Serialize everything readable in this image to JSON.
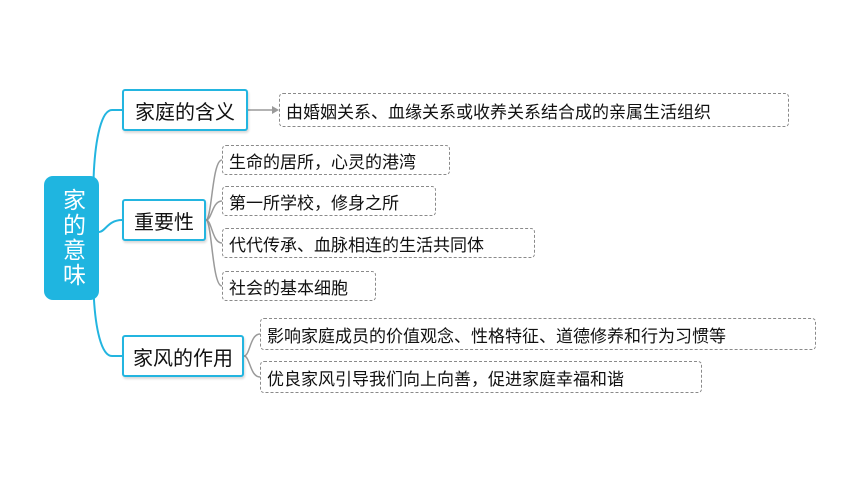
{
  "root": {
    "label": "家的意味"
  },
  "branches": [
    {
      "label": "家庭的含义",
      "leaves": [
        "由婚姻关系、血缘关系或收养关系结合成的亲属生活组织"
      ]
    },
    {
      "label": "重要性",
      "leaves": [
        "生命的居所，心灵的港湾",
        "第一所学校，修身之所",
        "代代传承、血脉相连的生活共同体",
        "社会的基本细胞"
      ]
    },
    {
      "label": "家风的作用",
      "leaves": [
        "影响家庭成员的价值观念、性格特征、道德修养和行为习惯等",
        "优良家风引导我们向上向善，促进家庭幸福和谐"
      ]
    }
  ],
  "colors": {
    "root_fill": "#1fb5e0",
    "branch_border": "#23b5e0",
    "connector": "#23b5e0",
    "leaf_connector": "#9a9a9a",
    "leaf_border": "#8a8a8a"
  }
}
